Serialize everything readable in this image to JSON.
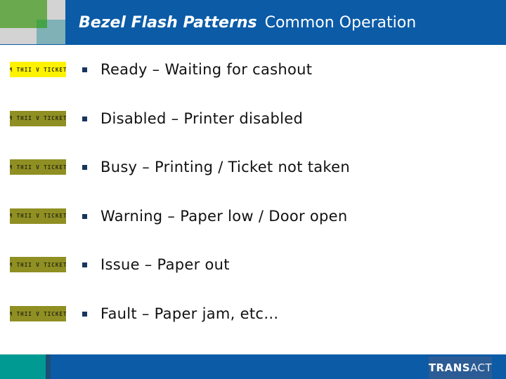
{
  "header": {
    "title_emphasis": "Bezel Flash Patterns",
    "title_rest": "Common Operation"
  },
  "bullets": [
    {
      "text": "Ready – Waiting for cashout",
      "ticket_state": "lit"
    },
    {
      "text": "Disabled – Printer disabled",
      "ticket_state": "dim"
    },
    {
      "text": "Busy – Printing / Ticket not taken",
      "ticket_state": "dim"
    },
    {
      "text": "Warning – Paper low / Door open",
      "ticket_state": "dim"
    },
    {
      "text": "Issue – Paper out",
      "ticket_state": "dim"
    },
    {
      "text": "Fault – Paper jam, etc…",
      "ticket_state": "dim"
    }
  ],
  "ticket": {
    "text": "M THII V TICKET"
  },
  "footer": {
    "logo_trans": "TRANS",
    "logo_act": "ACT"
  },
  "colors": {
    "header_blue": "#0b5ba7",
    "footer_blue": "#0b5ba7",
    "deco_green": "#6ba94e",
    "deco_dark_green": "#45a347",
    "deco_teal": "#7fb1b7",
    "deco_gray": "#d3d3d3",
    "footer_teal": "#009a93",
    "footer_divider": "#1d4e77",
    "logo_bg": "#2b5c95",
    "bullet_marker": "#17365d",
    "ticket_lit_bg": "#fff200",
    "ticket_dim_bg": "#8f8f23",
    "ticket_text": "#2e2e12",
    "body_text": "#111111"
  }
}
